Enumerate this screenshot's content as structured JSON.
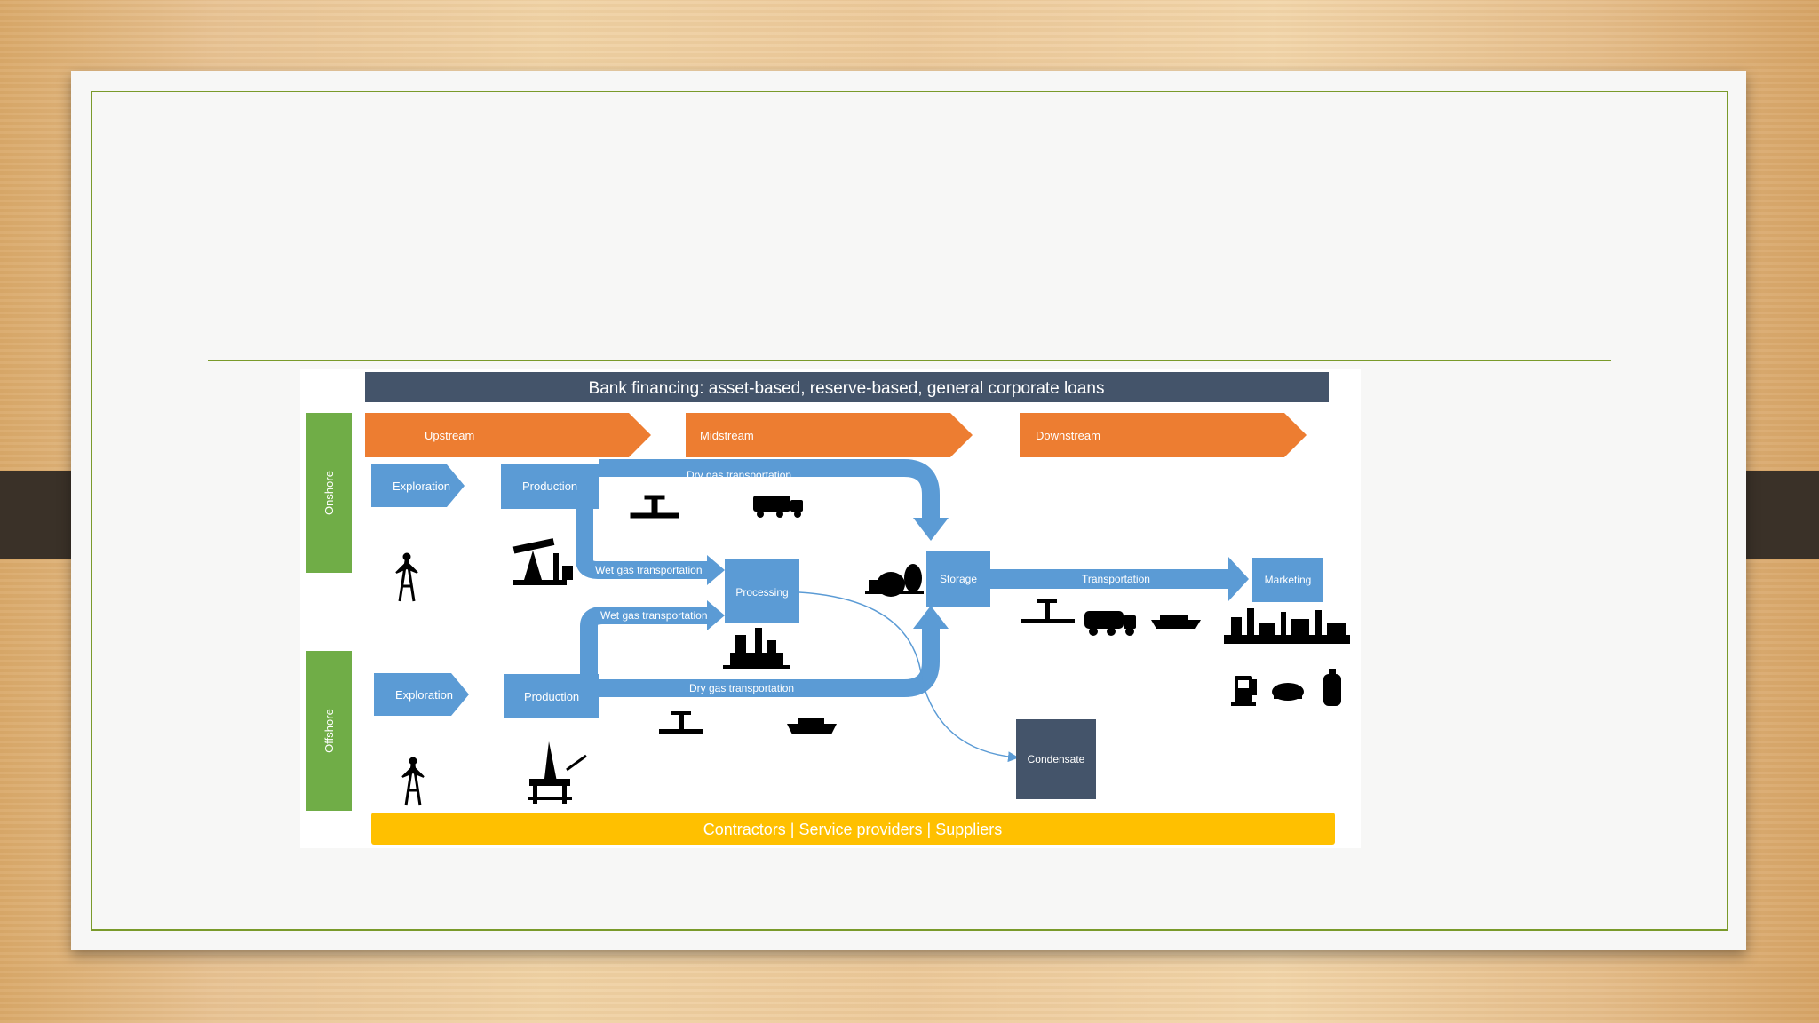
{
  "diagram": {
    "top_banner": "Bank financing: asset-based, reserve-based, general corporate loans",
    "bottom_banner": "Contractors | Service providers | Suppliers",
    "segments": [
      "Upstream",
      "Midstream",
      "Downstream"
    ],
    "side_labels": {
      "onshore": "Onshore",
      "offshore": "Offshore"
    },
    "onshore": {
      "exploration": "Exploration",
      "production": "Production"
    },
    "offshore": {
      "exploration": "Exploration",
      "production": "Production"
    },
    "flows": {
      "dry_gas_top": "Dry gas transportation",
      "wet_gas_top": "Wet gas transportation",
      "wet_gas_bottom": "Wet gas transportation",
      "dry_gas_bottom": "Dry gas transportation",
      "transportation": "Transportation"
    },
    "nodes": {
      "processing": "Processing",
      "storage": "Storage",
      "marketing": "Marketing",
      "condensate": "Condensate"
    },
    "icons": [
      "pylon-icon",
      "oil-pump-icon",
      "valve-icon",
      "truck-icon",
      "storage-tank-icon",
      "factory-icon",
      "ship-icon",
      "oil-rig-icon",
      "refinery-icon",
      "fuel-pump-icon",
      "gas-cylinder-icon"
    ],
    "colors": {
      "banner_dark": "#44546a",
      "segment_orange": "#ed7d31",
      "flow_blue": "#5b9bd5",
      "side_green": "#70ad47",
      "bottom_yellow": "#ffc000"
    }
  }
}
